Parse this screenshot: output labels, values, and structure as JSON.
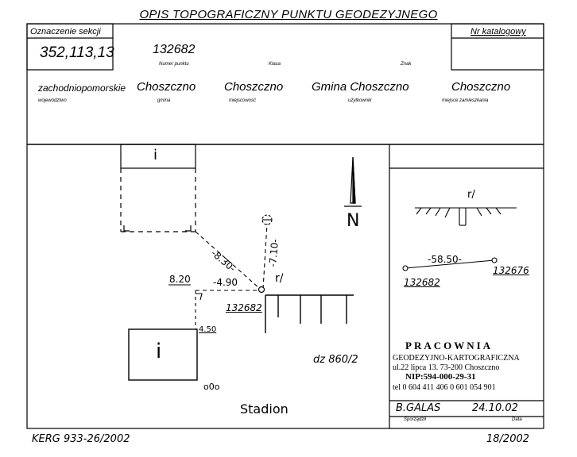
{
  "header": {
    "title": "OPIS TOPOGRAFICZNY PUNKTU GEODEZYJNEGO",
    "section_label": "Oznaczenie sekcji",
    "section_value": "352,113,13",
    "catalog_label": "Nr katalogowy",
    "point_number": "132682",
    "point_number_label": "Numer punktu",
    "class_label": "Klasa",
    "sign_label": "Znak"
  },
  "location": {
    "voivodeship": "zachodniopomorskie",
    "voivodeship_label": "województwo",
    "gmina": "Choszczno",
    "gmina_label": "gmina",
    "locality": "Choszczno",
    "locality_label": "miejscowość",
    "user": "Gmina Choszczno",
    "user_label": "użytkownik",
    "residence": "Choszczno",
    "residence_label": "miejsce zamieszkania"
  },
  "sketch": {
    "symbol_i_top": "i",
    "symbol_i_bottom": "i",
    "dist_830": "-8.30-",
    "dist_710": "-7.10-",
    "dist_820": "8.20",
    "dist_490": "-4.90",
    "dist_450": "4.50",
    "mark_r": "r/",
    "point_id": "132682",
    "parcel": "dz 860/2",
    "lamp_label": "o0o",
    "stadion": "Stadion",
    "north": "N"
  },
  "side": {
    "mark_r": "r/",
    "dist": "-58.50-",
    "point_a": "132682",
    "point_b": "132676"
  },
  "stamp": {
    "line1": "PRACOWNIA",
    "line2": "GEODEZYJNO-KARTOGRAFICZNA",
    "line3": "ul.22 lipca 13. 73-200 Choszczno",
    "line4": "NIP:594-000-29-31",
    "line5": "tel 0 604 411 406  0 601 054 901"
  },
  "signature": {
    "author": "B.GALAS",
    "author_label": "Sporządził",
    "date": "24.10.02",
    "date_label": "Data"
  },
  "footer": {
    "left": "KERG 933-26/2002",
    "right": "18/2002"
  }
}
